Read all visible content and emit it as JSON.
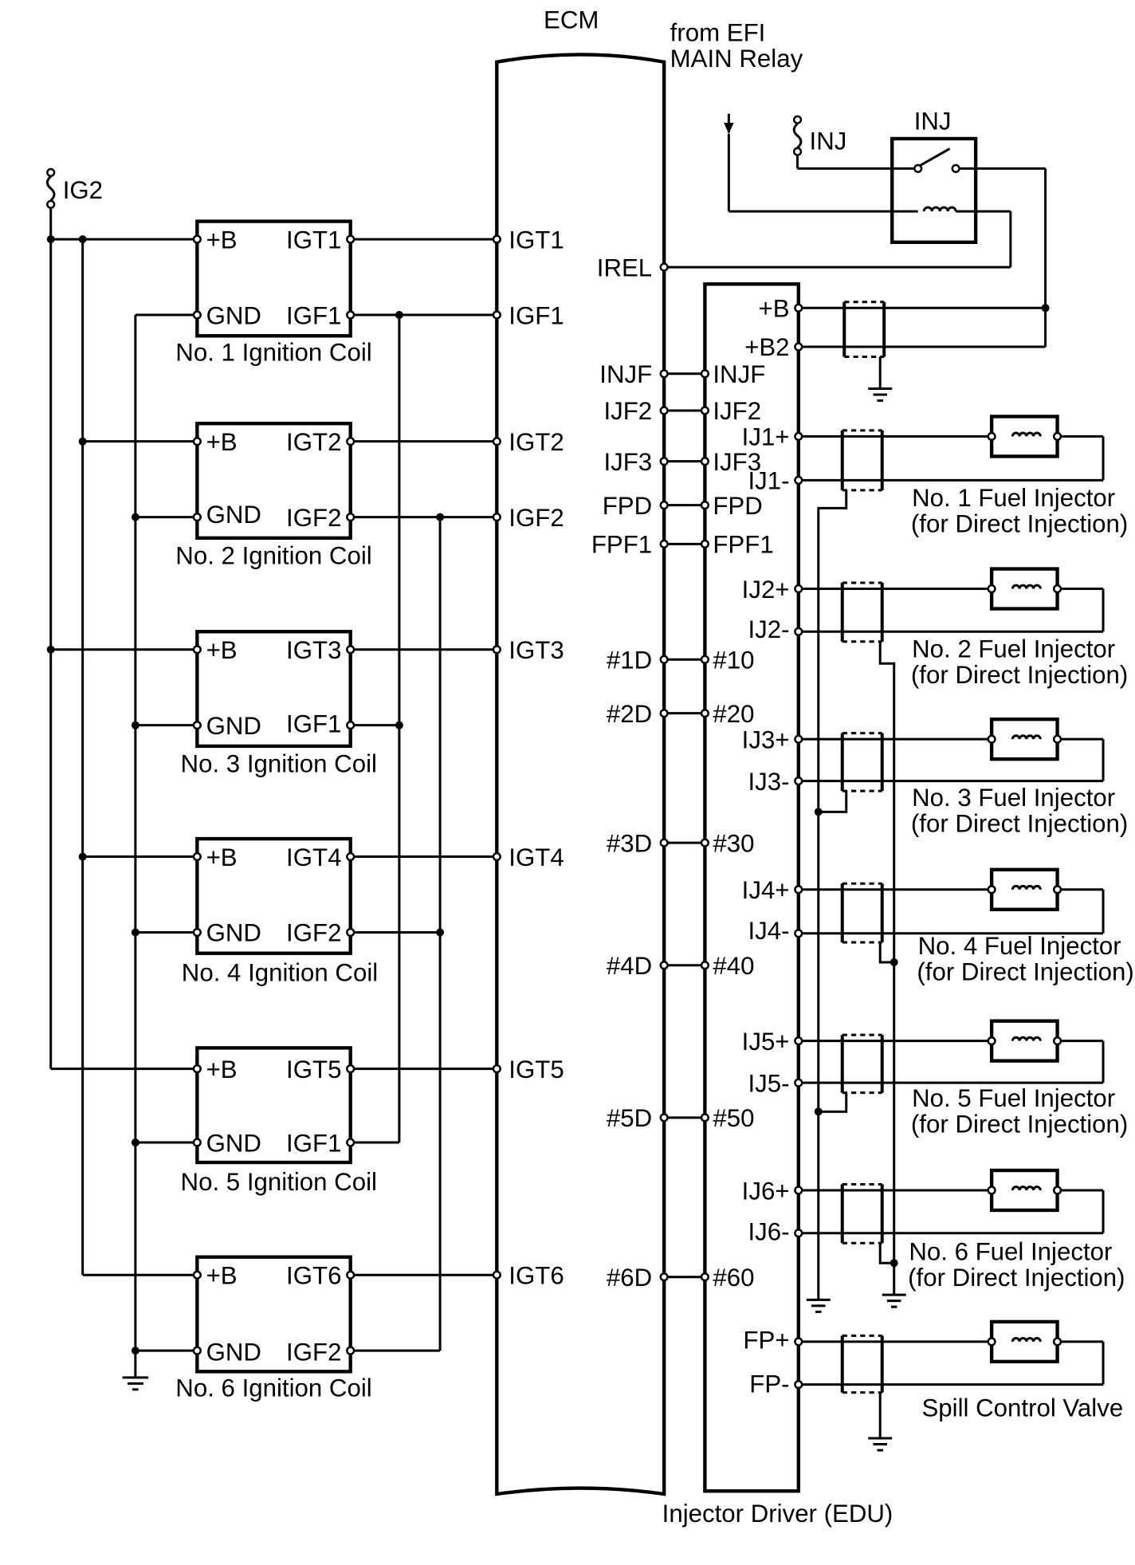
{
  "labels": {
    "ecm": "ECM",
    "from_efi_line1": "from EFI",
    "from_efi_line2": "MAIN Relay",
    "ig2_fuse": "IG2",
    "inj_fuse": "INJ",
    "inj_relay": "INJ",
    "edu": "Injector Driver (EDU)"
  },
  "ignition_coils": [
    {
      "name": "No. 1 Ignition Coil",
      "b_pin": "+B",
      "gnd_pin": "GND",
      "igt_pin": "IGT1",
      "igf_pin": "IGF1"
    },
    {
      "name": "No. 2 Ignition Coil",
      "b_pin": "+B",
      "gnd_pin": "GND",
      "igt_pin": "IGT2",
      "igf_pin": "IGF2"
    },
    {
      "name": "No. 3 Ignition Coil",
      "b_pin": "+B",
      "gnd_pin": "GND",
      "igt_pin": "IGT3",
      "igf_pin": "IGF1"
    },
    {
      "name": "No. 4 Ignition Coil",
      "b_pin": "+B",
      "gnd_pin": "GND",
      "igt_pin": "IGT4",
      "igf_pin": "IGF2"
    },
    {
      "name": "No. 5 Ignition Coil",
      "b_pin": "+B",
      "gnd_pin": "GND",
      "igt_pin": "IGT5",
      "igf_pin": "IGF1"
    },
    {
      "name": "No. 6 Ignition Coil",
      "b_pin": "+B",
      "gnd_pin": "GND",
      "igt_pin": "IGT6",
      "igf_pin": "IGF2"
    }
  ],
  "ecm_left_pins": [
    "IGT1",
    "IGF1",
    "IGT2",
    "IGF2",
    "IGT3",
    "IGT4",
    "IGT5",
    "IGT6"
  ],
  "ecm_right_pins": [
    "IREL",
    "INJF",
    "IJF2",
    "IJF3",
    "FPD",
    "FPF1",
    "#1D",
    "#2D",
    "#3D",
    "#4D",
    "#5D",
    "#6D"
  ],
  "edu_left_pins": [
    "INJF",
    "IJF2",
    "IJF3",
    "FPD",
    "FPF1",
    "#10",
    "#20",
    "#30",
    "#40",
    "#50",
    "#60"
  ],
  "edu_right_pins": [
    "+B",
    "+B2",
    "IJ1+",
    "IJ1-",
    "IJ2+",
    "IJ2-",
    "IJ3+",
    "IJ3-",
    "IJ4+",
    "IJ4-",
    "IJ5+",
    "IJ5-",
    "IJ6+",
    "IJ6-",
    "FP+",
    "FP-"
  ],
  "fuel_injectors": [
    {
      "name": "No. 1 Fuel Injector",
      "sub": "(for Direct Injection)"
    },
    {
      "name": "No. 2 Fuel Injector",
      "sub": "(for Direct Injection)"
    },
    {
      "name": "No. 3 Fuel Injector",
      "sub": "(for Direct Injection)"
    },
    {
      "name": "No. 4 Fuel Injector",
      "sub": "(for Direct Injection)"
    },
    {
      "name": "No. 5 Fuel Injector",
      "sub": "(for Direct Injection)"
    },
    {
      "name": "No. 6 Fuel Injector",
      "sub": "(for Direct Injection)"
    }
  ],
  "spill_valve": {
    "name": "Spill Control Valve"
  }
}
